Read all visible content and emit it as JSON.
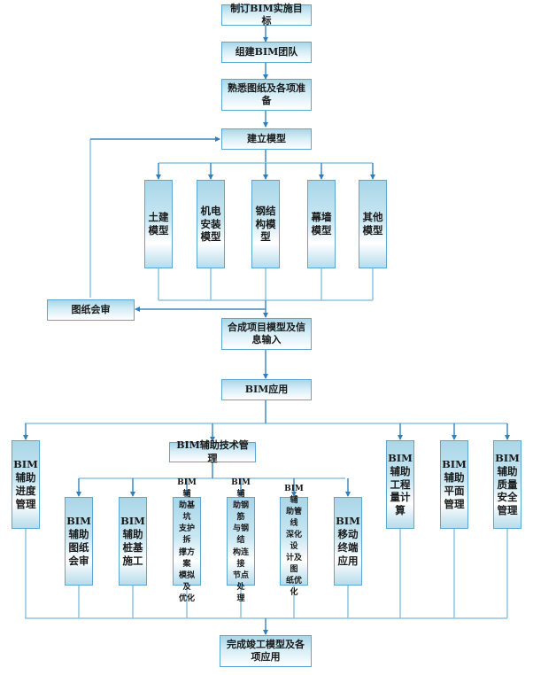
{
  "colors": {
    "line": "#3d8cc4",
    "line_light": "#8fc4e0",
    "box_border": "#5aa7d3",
    "box_fill_top": "#a9d6e8",
    "box_fill_bottom": "#ffffff"
  },
  "nodes": {
    "set_goals": "制订BIM实施目标",
    "build_team": "组建BIM团队",
    "prepare": "熟悉图纸及各项准\n备",
    "build_model": "建立模型",
    "models": [
      "土建\n模型",
      "机电\n安装\n模型",
      "钢结\n构模\n型",
      "幕墙\n模型",
      "其他\n模型"
    ],
    "drawing_review": "图纸会审",
    "merge_model": "合成项目模型及信\n息输入",
    "bim_application": "BIM应用",
    "tech_management": "BIM辅助技术管理",
    "progress_mgmt": "BIM\n辅助\n进度\n管理",
    "tech_children": [
      "BIM\n辅助\n图纸\n会审",
      "BIM\n辅助\n桩基\n施工",
      "BIM辅\n助基坑\n支护拆\n撑方案\n模拟及\n优化",
      "BIM辅\n助钢筋\n与钢结\n构连接\n节点处\n理",
      "BIM辅\n助管线\n深化设\n计及图\n纸优化",
      "BIM\n移动\n终端\n应用"
    ],
    "right_children": [
      "BIM\n辅助\n工程\n量计\n算",
      "BIM\n辅助\n平面\n管理",
      "BIM\n辅助\n质量\n安全\n管理"
    ],
    "completion": "完成竣工模型及各\n项应用"
  }
}
